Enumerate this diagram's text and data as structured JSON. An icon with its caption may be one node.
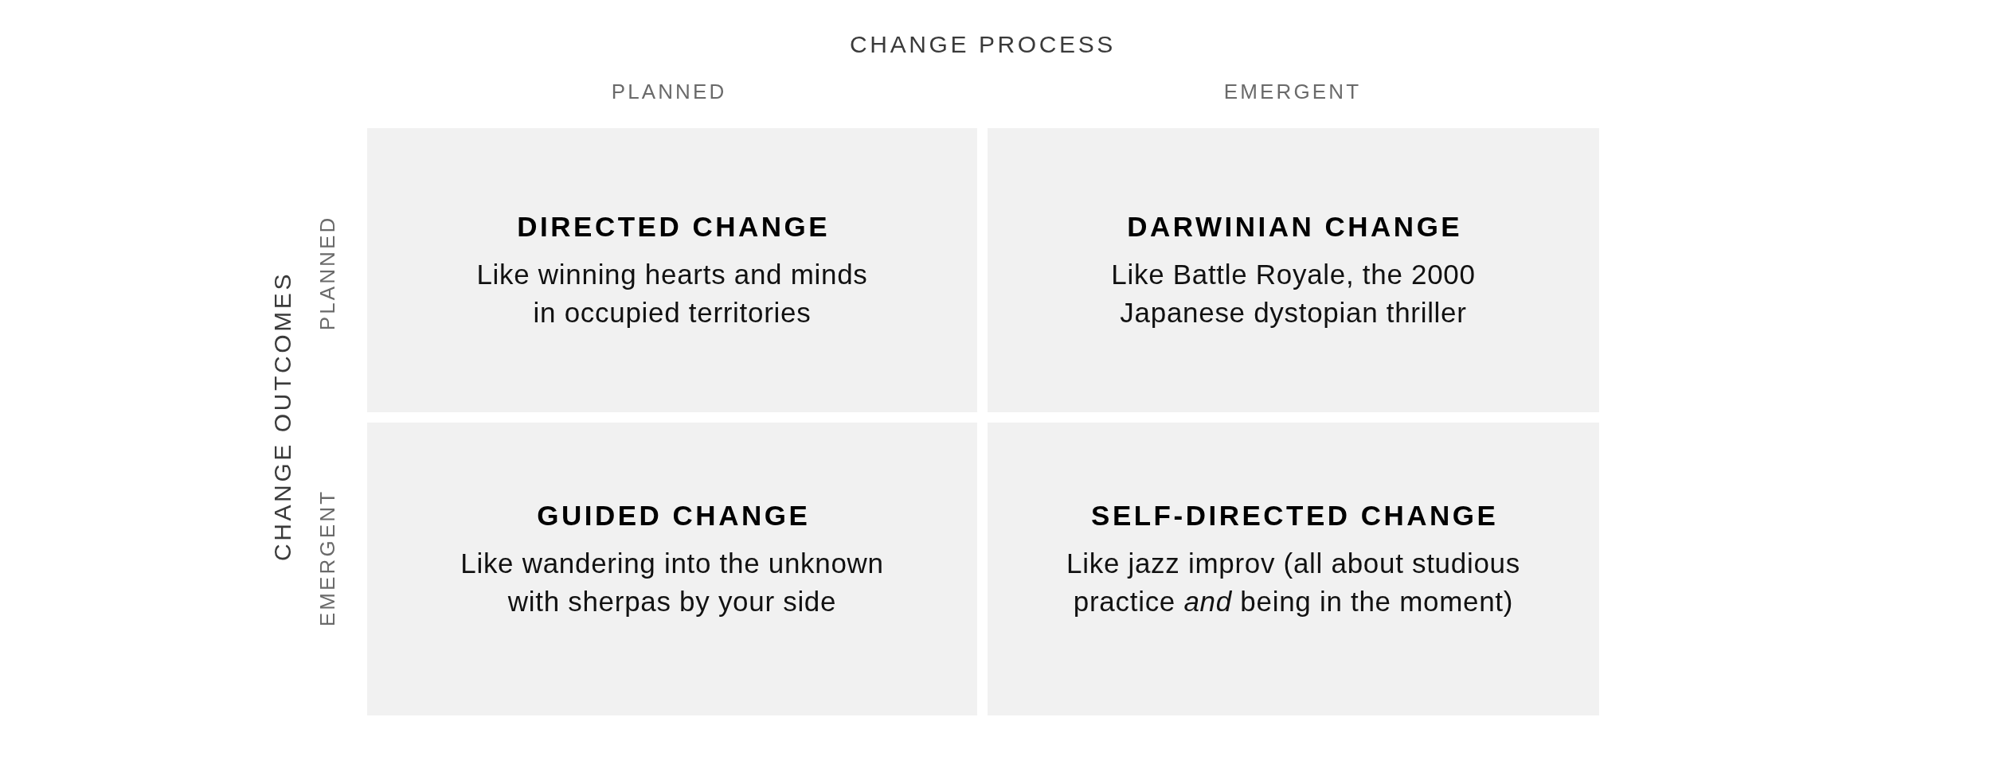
{
  "diagram": {
    "nodes": [
      {
        "text": [
          "DIRECTED CHANGE",
          "Like winning hearts and minds in occupied territories"
        ]
      },
      {
        "text": [
          "DARWINIAN CHANGE",
          "Like Battle Royale, the 2000 Japanese dystopian thriller"
        ]
      },
      {
        "text": [
          "GUIDED CHANGE",
          "Like wandering into the unknown with sherpas by your side"
        ]
      },
      {
        "text": [
          "SELF-DIRECTED CHANGE",
          "Like jazz improv (all about studious practice *and* being in the moment)"
        ]
      }
    ],
    "labels": [
      "CHANGE PROCESS",
      "PLANNED",
      "EMERGENT",
      "CHANGE OUTCOMES",
      "PLANNED",
      "EMERGENT"
    ]
  }
}
